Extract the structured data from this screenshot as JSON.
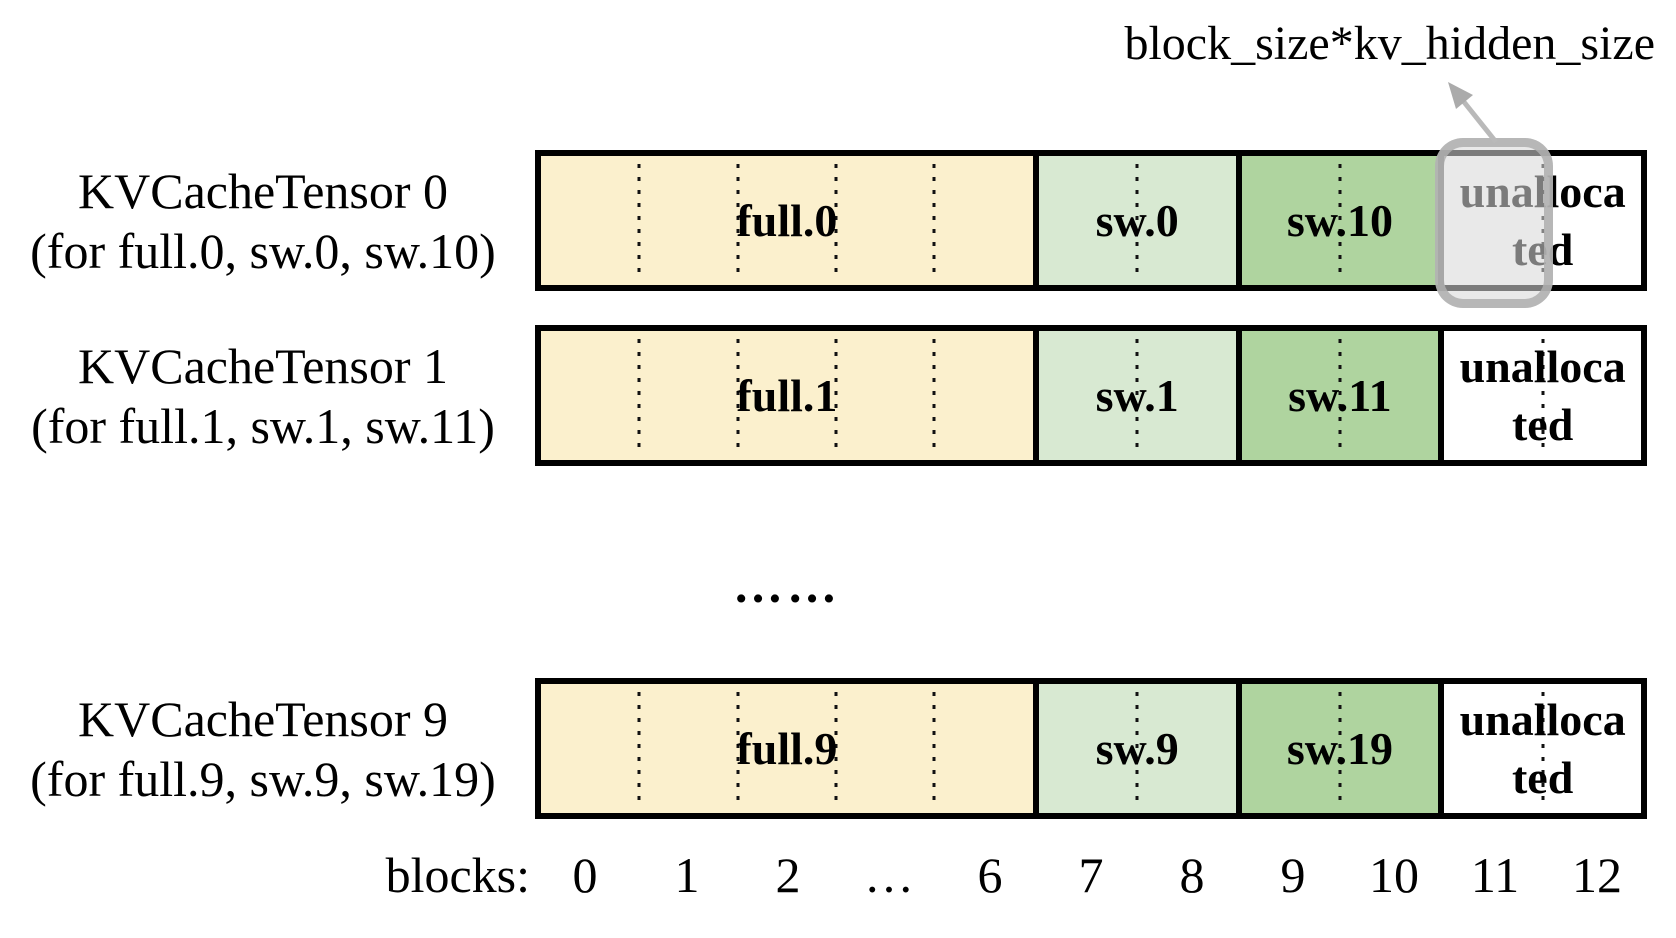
{
  "annotation": {
    "text": "block_size*kv_hidden_size"
  },
  "rows": [
    {
      "title": "KVCacheTensor 0",
      "subtitle": "(for full.0, sw.0, sw.10)",
      "segments": {
        "full": "full.0",
        "sw_a": "sw.0",
        "sw_b": "sw.10",
        "unallocated_line1": "unalloca",
        "unallocated_line2": "ted"
      }
    },
    {
      "title": "KVCacheTensor 1",
      "subtitle": "(for full.1, sw.1, sw.11)",
      "segments": {
        "full": "full.1",
        "sw_a": "sw.1",
        "sw_b": "sw.11",
        "unallocated_line1": "unalloca",
        "unallocated_line2": "ted"
      }
    },
    {
      "title": "KVCacheTensor 9",
      "subtitle": "(for full.9, sw.9, sw.19)",
      "segments": {
        "full": "full.9",
        "sw_a": "sw.9",
        "sw_b": "sw.19",
        "unallocated_line1": "unalloca",
        "unallocated_line2": "ted"
      }
    }
  ],
  "rows_ellipsis": "……",
  "axis": {
    "label": "blocks:",
    "ticks": [
      "0",
      "1",
      "2",
      "…",
      "6",
      "7",
      "8",
      "9",
      "10",
      "11",
      "12"
    ]
  },
  "colors": {
    "full_block": "#FBF0CD",
    "sliding_window_a": "#D8E9D2",
    "sliding_window_b": "#AFD49F",
    "unallocated_block": "#FFFFFF",
    "highlight_gray": "#C9C9C9",
    "border_black": "#000000"
  }
}
